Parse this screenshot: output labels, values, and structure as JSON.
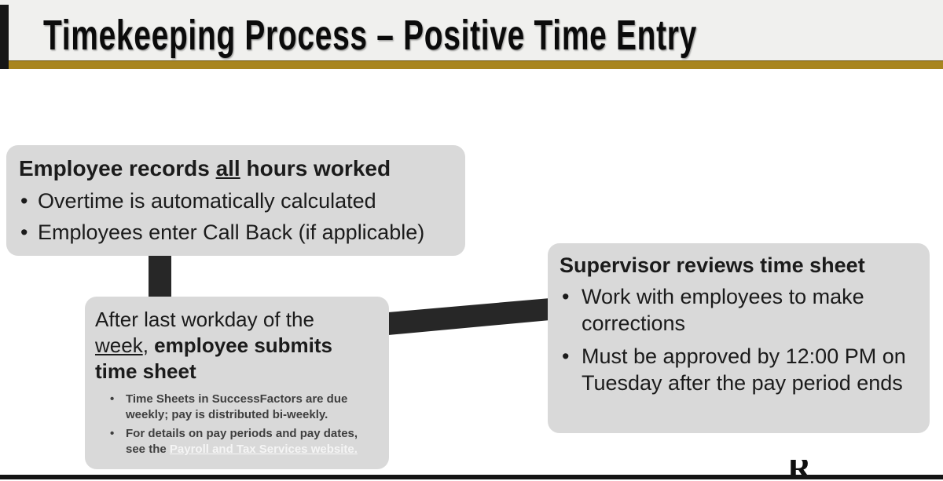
{
  "header": {
    "title": "Timekeeping Process – Positive Time Entry"
  },
  "flow": {
    "box1": {
      "title_pre": "Employee records ",
      "title_underline": "all",
      "title_post": " hours worked",
      "bullets": [
        "Overtime is automatically calculated",
        "Employees enter Call Back (if applicable)"
      ]
    },
    "box2": {
      "title_pre": "After last workday of the ",
      "title_underline": "week",
      "title_sep": ", ",
      "title_bold": "employee submits time sheet",
      "sub_bullets": {
        "item1": "Time Sheets in SuccessFactors are due weekly; pay is distributed bi-weekly.",
        "item2_pre": "For details on pay periods and pay dates, see the ",
        "item2_link": "Payroll and Tax Services website",
        "item2_post": "."
      }
    },
    "box3": {
      "title": "Supervisor reviews time sheet",
      "bullets": [
        "Work with employees to make corrections",
        "Must be approved by 12:00 PM on Tuesday after the pay period ends"
      ]
    }
  },
  "footer": {
    "partial_letter": "R"
  },
  "colors": {
    "accent_gold": "#a8851f",
    "header_bg": "#f0f0ee",
    "box_fill": "#d9d9d9",
    "connector": "#272727",
    "link_light": "#f5f5f5"
  }
}
